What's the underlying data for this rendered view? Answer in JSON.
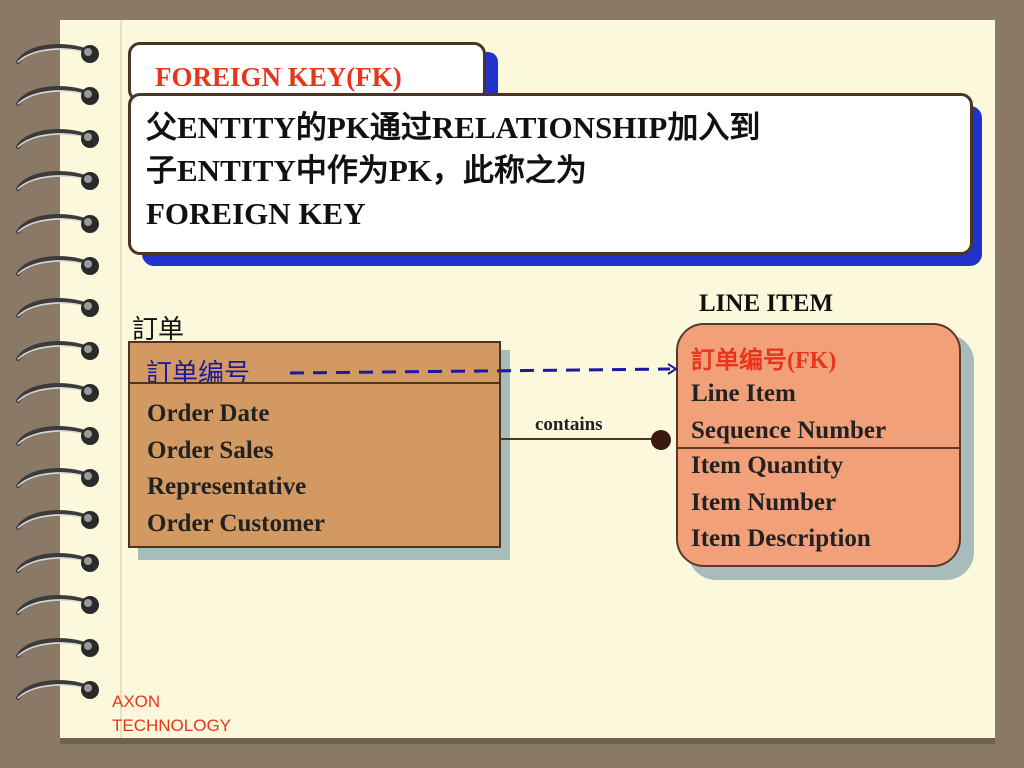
{
  "title": "FOREIGN KEY(FK)",
  "definition_lines": [
    "父ENTITY的PK通过RELATIONSHIP加入到",
    "子ENTITY中作为PK，此称之为",
    "FOREIGN KEY"
  ],
  "order_entity": {
    "name": "訂单",
    "key": "訂单编号",
    "attributes": [
      "Order Date",
      "Order Sales",
      "Representative",
      "Order Customer"
    ]
  },
  "line_item_entity": {
    "name": "LINE ITEM",
    "foreign_key": "訂单编号(FK)",
    "primary_key": [
      "Line Item",
      "Sequence Number"
    ],
    "attributes": [
      "Item Quantity",
      "Item Number",
      "Item Description"
    ]
  },
  "relationship": {
    "label": "contains"
  },
  "footer": {
    "line1": "AXON",
    "line2": "TECHNOLOGY"
  },
  "colors": {
    "title_red": "#e8361c",
    "fk_arrow_blue": "#1a1aa0",
    "shadow_blue": "#2233cc",
    "order_fill": "#d29a62",
    "line_item_fill": "#f1a07a"
  }
}
